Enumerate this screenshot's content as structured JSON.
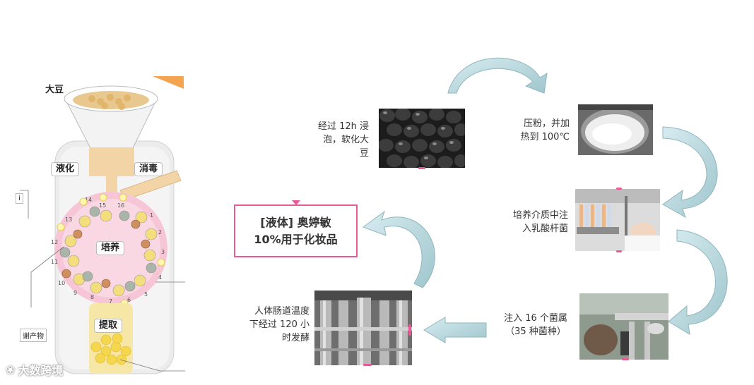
{
  "illustration": {
    "labels": {
      "soybean": "大豆",
      "liquefy": "液化",
      "sterilize": "消毒",
      "culture": "培养",
      "extract": "提取",
      "metabolite": "谢产物",
      "left_cut": "i"
    },
    "numbers": [
      "11",
      "12",
      "13",
      "14",
      "15",
      "16",
      "1",
      "2",
      "3",
      "4",
      "5",
      "6",
      "7",
      "8",
      "9",
      "10"
    ]
  },
  "flow": {
    "step_soak": "经过 12h 浸\n泡，软化大\n豆",
    "step_press": "压粉，并加\n热到 100℃",
    "step_inoculate": "培养介质中注\n入乳酸杆菌",
    "step_strains": "注入 16 个菌属\n（35 种菌种）",
    "step_ferment": "人体肠道温度\n下经过 120 小\n时发酵",
    "result_line1": "[液体] 奥婷敏",
    "result_line2": "10%用于化妆品"
  },
  "watermark": {
    "text": "大数跨境"
  },
  "colors": {
    "accent_pink": "#e75a97",
    "arrow_fill": "#c9e3e8",
    "arrow_stroke": "#8fb6bd"
  }
}
